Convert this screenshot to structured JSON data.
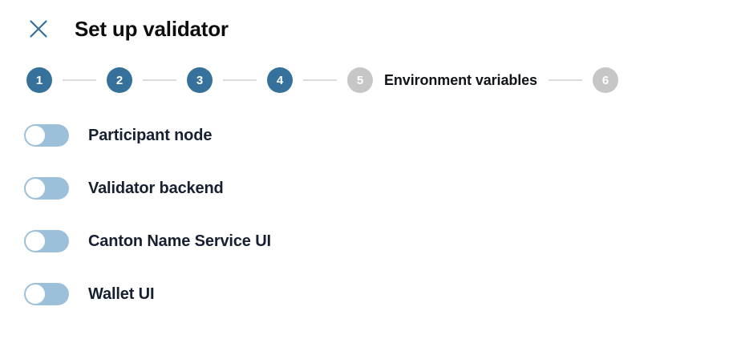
{
  "header": {
    "close_icon": "close-icon",
    "title": "Set up validator"
  },
  "stepper": {
    "steps": [
      {
        "number": "1",
        "state": "active",
        "label": ""
      },
      {
        "number": "2",
        "state": "active",
        "label": ""
      },
      {
        "number": "3",
        "state": "active",
        "label": ""
      },
      {
        "number": "4",
        "state": "active",
        "label": ""
      },
      {
        "number": "5",
        "state": "inactive",
        "label": "Environment variables"
      },
      {
        "number": "6",
        "state": "inactive",
        "label": ""
      }
    ],
    "current_label": "Environment variables",
    "colors": {
      "active": "#35719a",
      "inactive": "#c6c6c6",
      "connector": "#dcdcdc"
    }
  },
  "toggles": [
    {
      "label": "Participant node",
      "checked": "false"
    },
    {
      "label": "Validator backend",
      "checked": "false"
    },
    {
      "label": "Canton Name Service UI",
      "checked": "false"
    },
    {
      "label": "Wallet UI",
      "checked": "false"
    }
  ],
  "colors": {
    "accent": "#35719a",
    "switch_track": "#9cc0da",
    "switch_knob": "#ffffff",
    "text": "#172030",
    "background": "#ffffff"
  }
}
